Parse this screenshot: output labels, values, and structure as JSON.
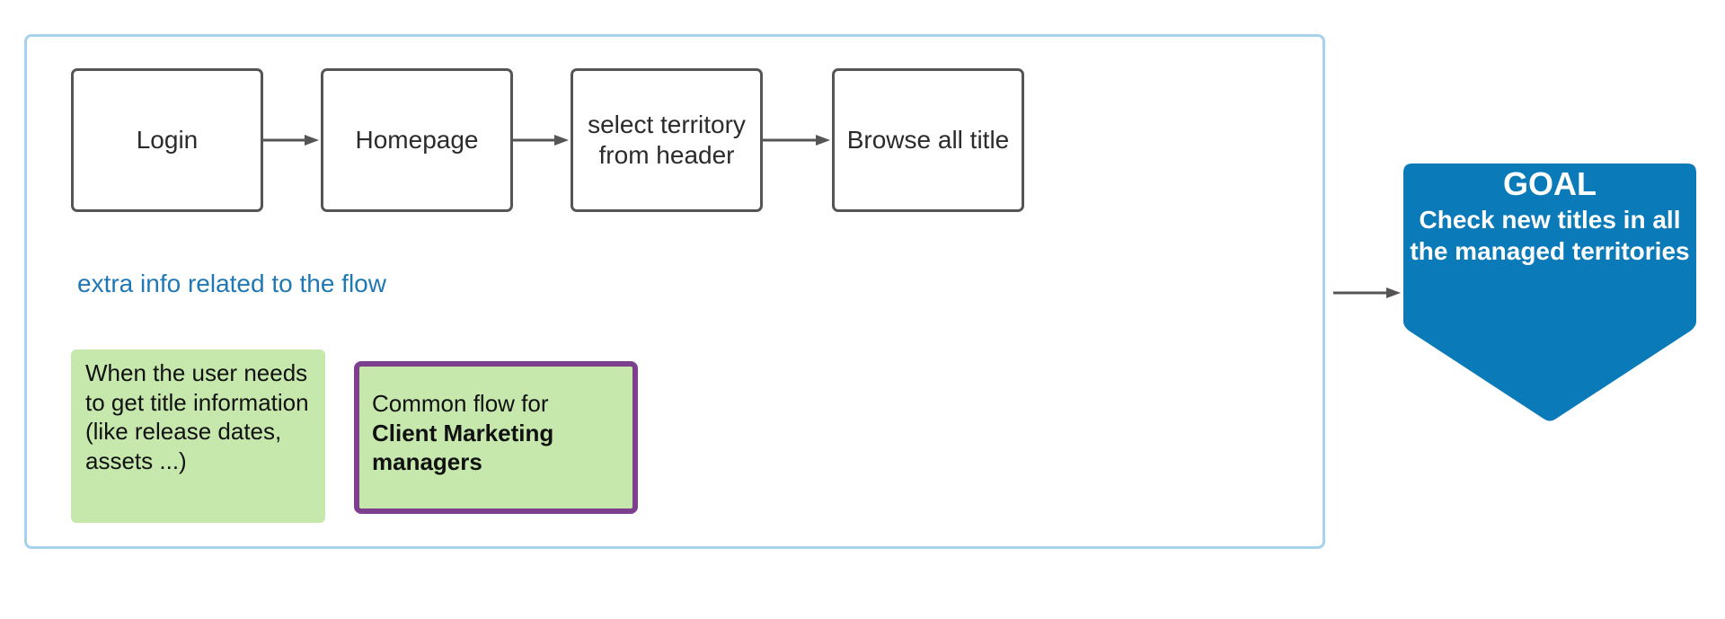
{
  "steps": [
    {
      "label": "Login"
    },
    {
      "label": "Homepage"
    },
    {
      "label": "select territory from header"
    },
    {
      "label": "Browse all title"
    }
  ],
  "extra_info": "extra info related to the flow",
  "notes": {
    "user_need": "When the user needs to get title information (like release dates, assets ...)",
    "common_flow_prefix": "Common flow for",
    "common_flow_bold": "Client Marketing managers"
  },
  "goal": {
    "title": "GOAL",
    "description": "Check new titles in all the managed territories"
  },
  "colors": {
    "container_border": "#a7d2ed",
    "step_border": "#555555",
    "arrow": "#555555",
    "extra_info_text": "#1f78b4",
    "note_fill": "#c6e8ad",
    "common_flow_border": "#7e3f8f",
    "goal_fill": "#0b7ab9"
  }
}
